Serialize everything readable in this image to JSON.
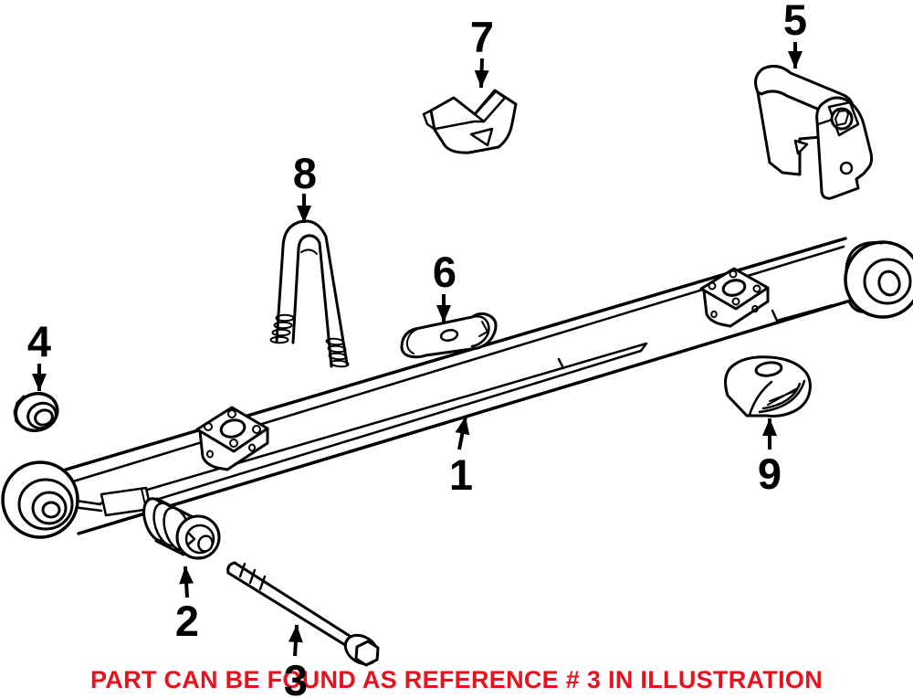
{
  "figure": {
    "type": "parts-illustration",
    "background": "#ffffff",
    "line_color": "#000000",
    "caption": {
      "text": "PART CAN BE FOUND AS REFERENCE # 3 IN ILLUSTRATION",
      "color": "#e8121e"
    },
    "callouts": [
      {
        "ref": "1",
        "part": "leaf-spring-assembly"
      },
      {
        "ref": "2",
        "part": "spring-bushing"
      },
      {
        "ref": "3",
        "part": "spring-bolt"
      },
      {
        "ref": "4",
        "part": "flange-nut"
      },
      {
        "ref": "5",
        "part": "spring-hanger-bracket"
      },
      {
        "ref": "6",
        "part": "spring-spacer-pad"
      },
      {
        "ref": "7",
        "part": "spring-seat-wedge"
      },
      {
        "ref": "8",
        "part": "u-bolt"
      },
      {
        "ref": "9",
        "part": "bump-stop"
      }
    ]
  }
}
